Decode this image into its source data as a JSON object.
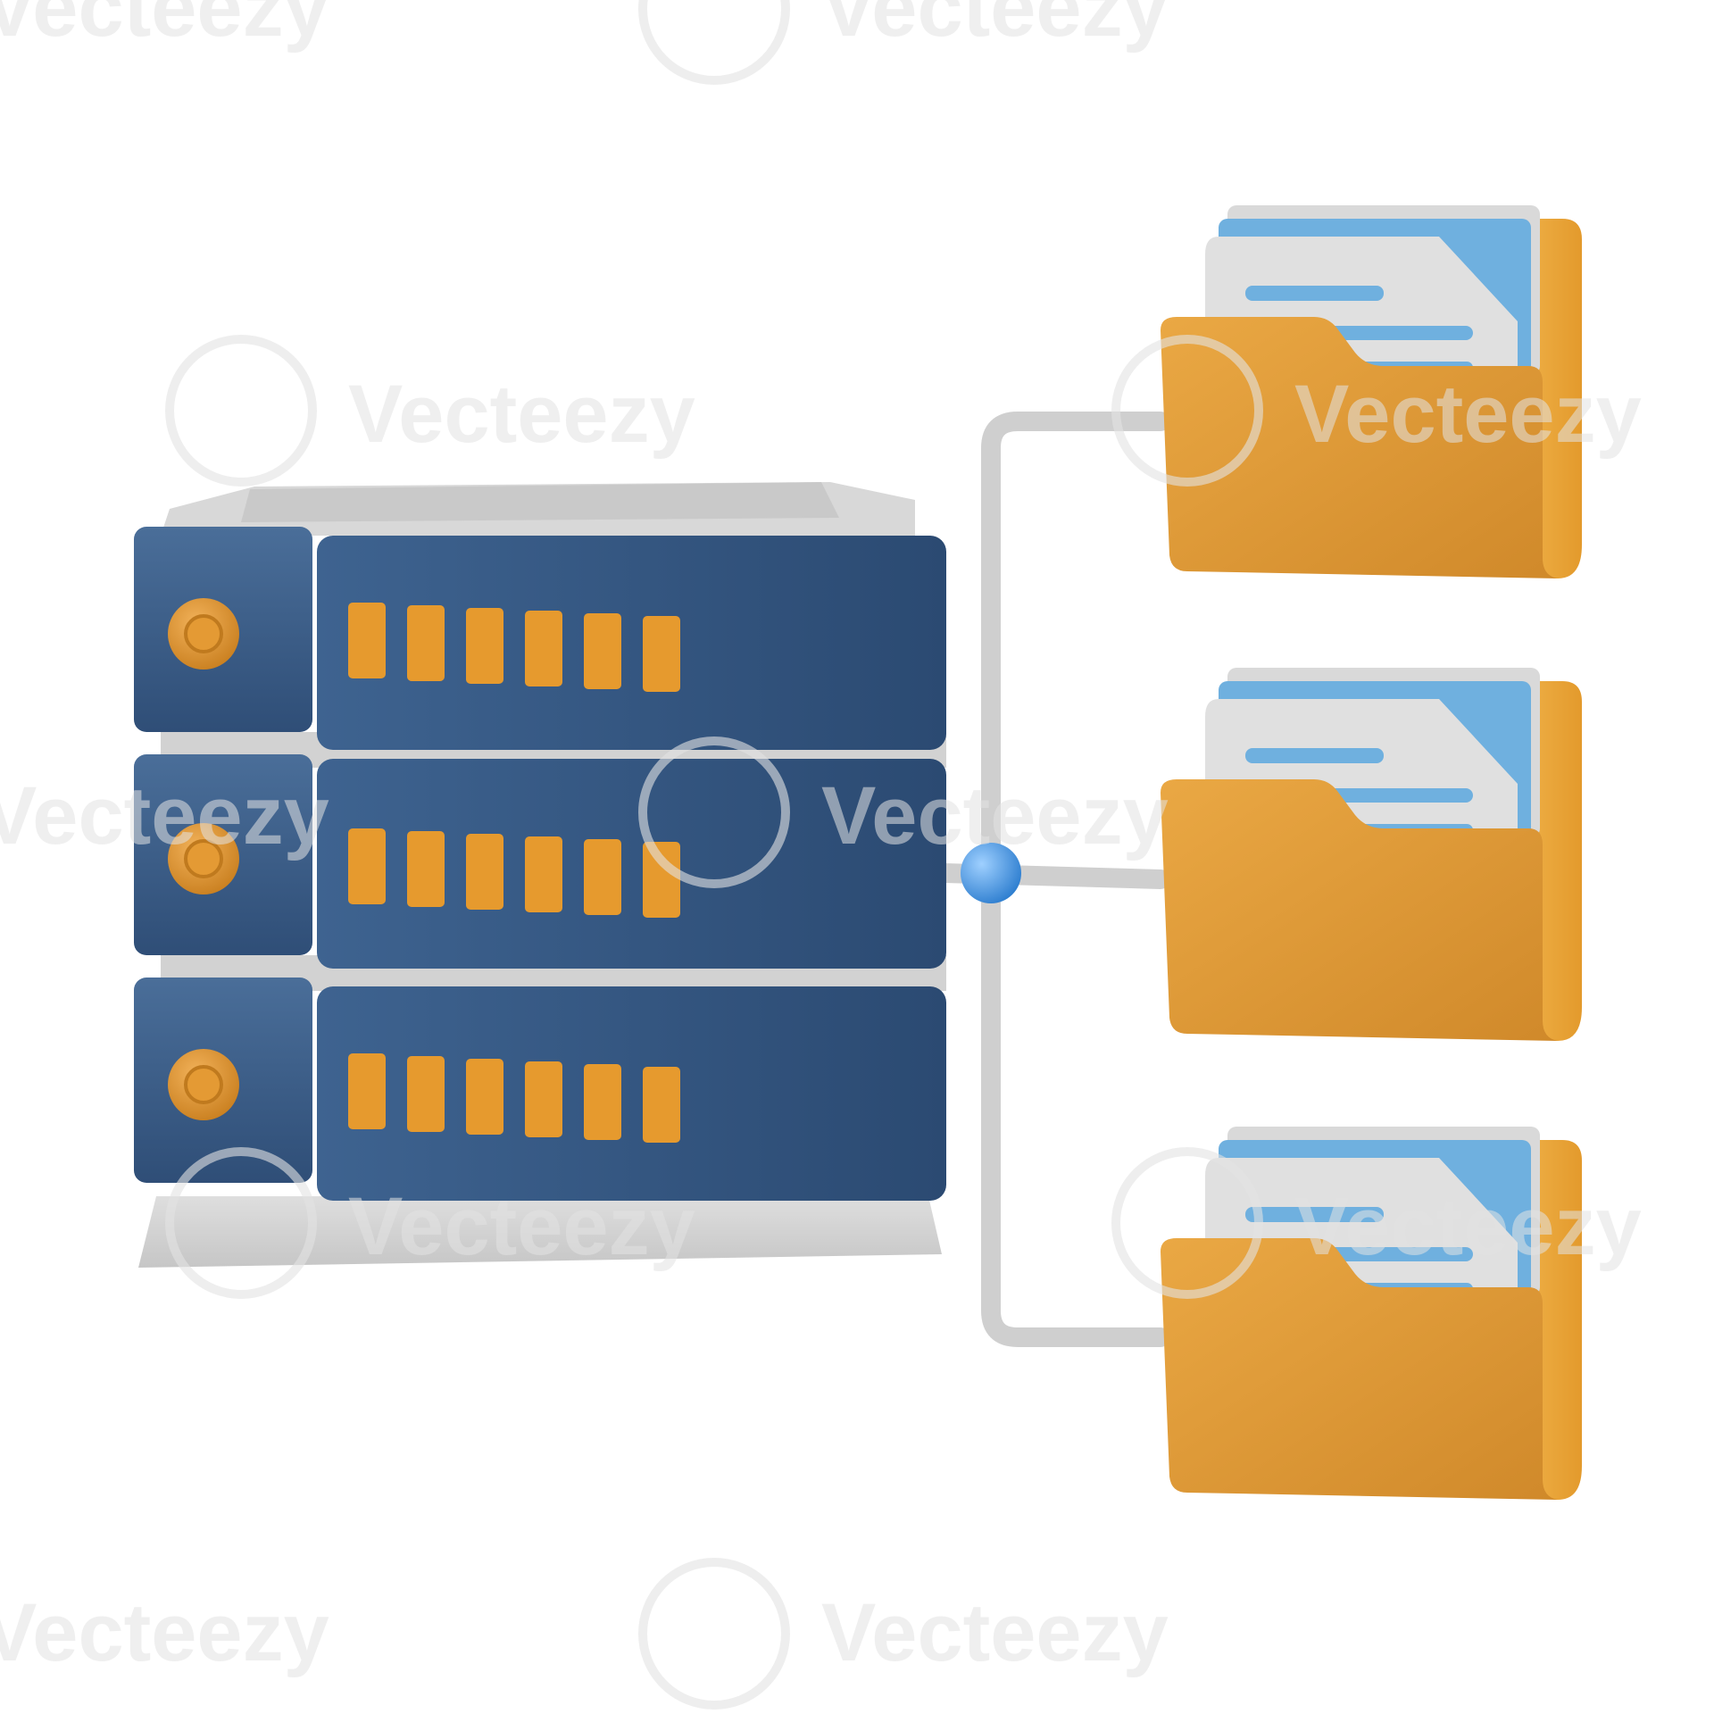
{
  "illustration": {
    "subject": "server-to-folders",
    "icon_names": [
      "server-rack-icon",
      "folder-icon",
      "document-icon",
      "network-node-icon"
    ],
    "colors": {
      "server_blue": "#3c5f8a",
      "server_blue_dark": "#2c4a70",
      "server_grey": "#d4d4d4",
      "led_orange": "#e69a2e",
      "folder_orange": "#e8a23a",
      "folder_orange_dark": "#c98525",
      "doc_grey": "#dcdcdc",
      "doc_blue": "#6fb0df",
      "line_blue": "#5ea8e0",
      "connector_grey": "#cfcfcf",
      "node_blue": "#3b8fdd"
    }
  },
  "watermark": {
    "brand": "Vecteezy",
    "opacity": 0.55
  }
}
